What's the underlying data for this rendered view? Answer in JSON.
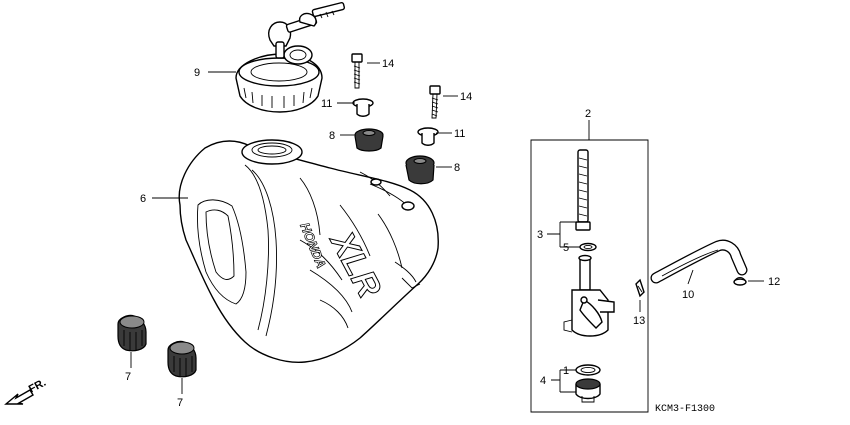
{
  "diagram": {
    "code": "KCM3-F1300",
    "direction_label": "FR.",
    "tank_branding": {
      "brand": "HONDA",
      "model": "XLR"
    },
    "callouts": {
      "c1": "1",
      "c2": "2",
      "c3": "3",
      "c4": "4",
      "c5": "5",
      "c6": "6",
      "c7a": "7",
      "c7b": "7",
      "c8a": "8",
      "c8b": "8",
      "c9": "9",
      "c10": "10",
      "c11a": "11",
      "c11b": "11",
      "c12": "12",
      "c13": "13",
      "c14a": "14",
      "c14b": "14"
    }
  }
}
